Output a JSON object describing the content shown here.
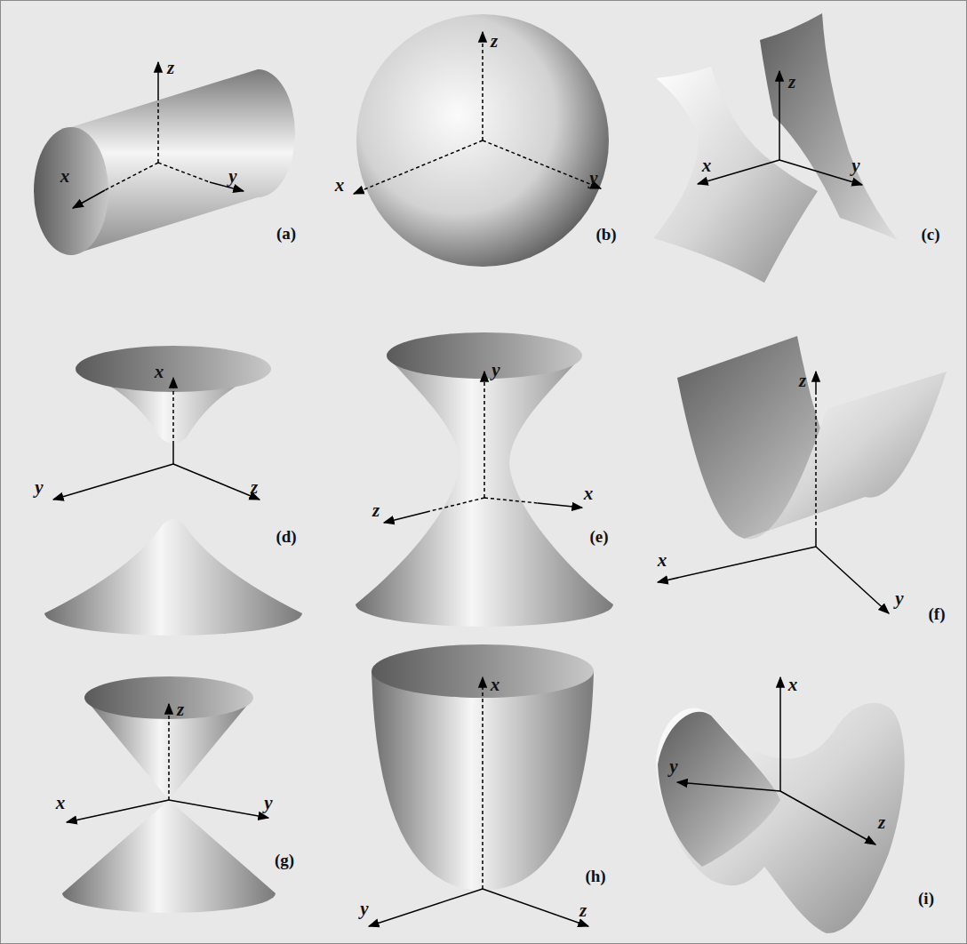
{
  "diagram": {
    "labels": [
      "z",
      "x",
      "y",
      "(a)",
      "z",
      "x",
      "y",
      "(b)",
      "z",
      "x",
      "y",
      "(c)",
      "x",
      "y",
      "z",
      "(d)",
      "y",
      "z",
      "x",
      "(e)",
      "z",
      "x",
      "y",
      "(f)",
      "z",
      "x",
      "y",
      "(g)",
      "x",
      "y",
      "z",
      "(h)",
      "x",
      "y",
      "z",
      "(i)"
    ]
  }
}
